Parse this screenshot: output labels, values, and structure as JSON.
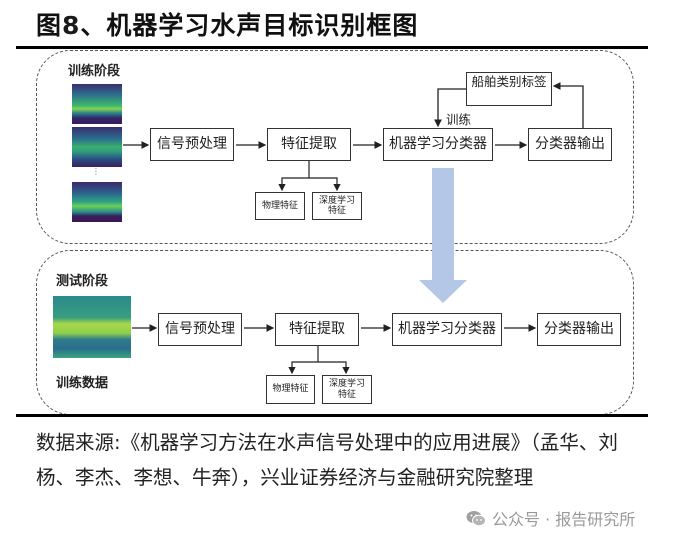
{
  "title": {
    "prefix": "图",
    "number": "8",
    "text": "、机器学习水声目标识别框图"
  },
  "training_phase": {
    "label": "训练阶段",
    "spectrograms": [
      "spectrogram-1",
      "spectrogram-2",
      "spectrogram-n"
    ],
    "ellipsis": "⋮",
    "steps": {
      "preprocess": "信号预处理",
      "feature_extraction": "特征提取",
      "classifier": "机器学习分类器",
      "output": "分类器输出",
      "label_box": "船舶类别标签",
      "train_arrow_label": "训练"
    },
    "feature_types": [
      "物理特征",
      "深度学习特征"
    ]
  },
  "testing_phase": {
    "label": "测试阶段",
    "data_label": "训练数据",
    "steps": {
      "preprocess": "信号预处理",
      "feature_extraction": "特征提取",
      "classifier": "机器学习分类器",
      "output": "分类器输出"
    },
    "feature_types": [
      "物理特征",
      "深度学习特征"
    ]
  },
  "transfer_arrow_color": "#b4c7e7",
  "caption": "数据来源:《机器学习方法在水声信号处理中的应用进展》（孟华、刘杨、李杰、李想、牛奔），兴业证券经济与金融研究院整理",
  "watermark": {
    "icon": "wechat-icon",
    "text": "公众号 · 报告研究所"
  }
}
